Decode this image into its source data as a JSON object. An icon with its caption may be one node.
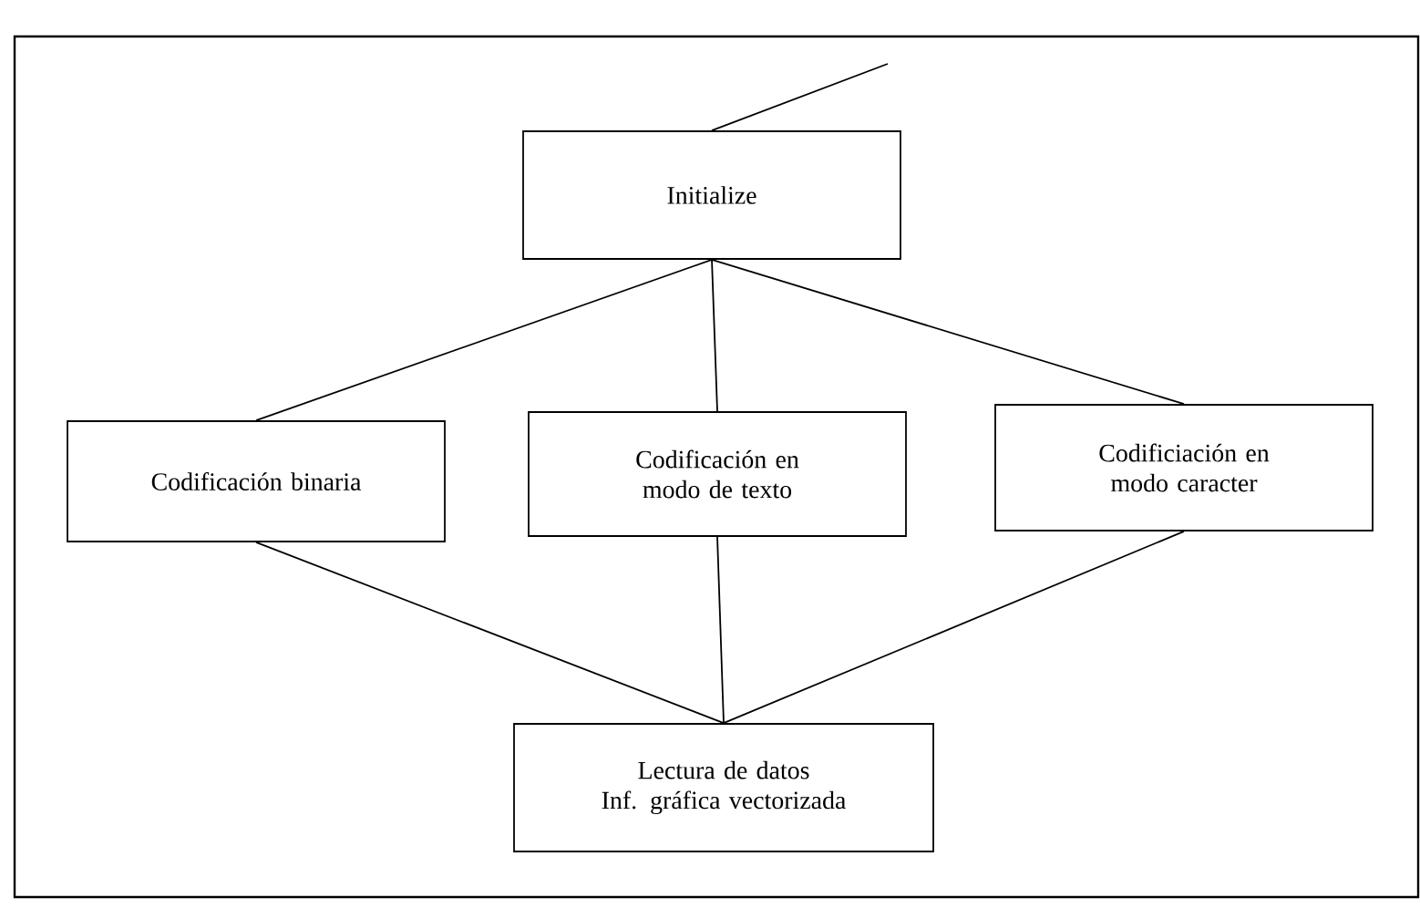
{
  "diagram": {
    "nodes": [
      {
        "text": [
          "Initialize"
        ]
      },
      {
        "text": [
          "Codificación binaria"
        ]
      },
      {
        "text": [
          "Codificación en modo de texto"
        ]
      },
      {
        "text": [
          "Codificiación en modo caracter"
        ]
      },
      {
        "text": [
          "Lectura de datos",
          "Inf. gráfica vectorizada"
        ]
      }
    ],
    "edges": [
      {
        "from": null,
        "to": 0,
        "arrow": "none"
      },
      {
        "from": 0,
        "to": 1,
        "arrow": "none"
      },
      {
        "from": 0,
        "to": 2,
        "arrow": "none"
      },
      {
        "from": 0,
        "to": 3,
        "arrow": "none"
      },
      {
        "from": 1,
        "to": 4,
        "arrow": "none"
      },
      {
        "from": 2,
        "to": 4,
        "arrow": "none"
      },
      {
        "from": 3,
        "to": 4,
        "arrow": "none"
      }
    ]
  }
}
